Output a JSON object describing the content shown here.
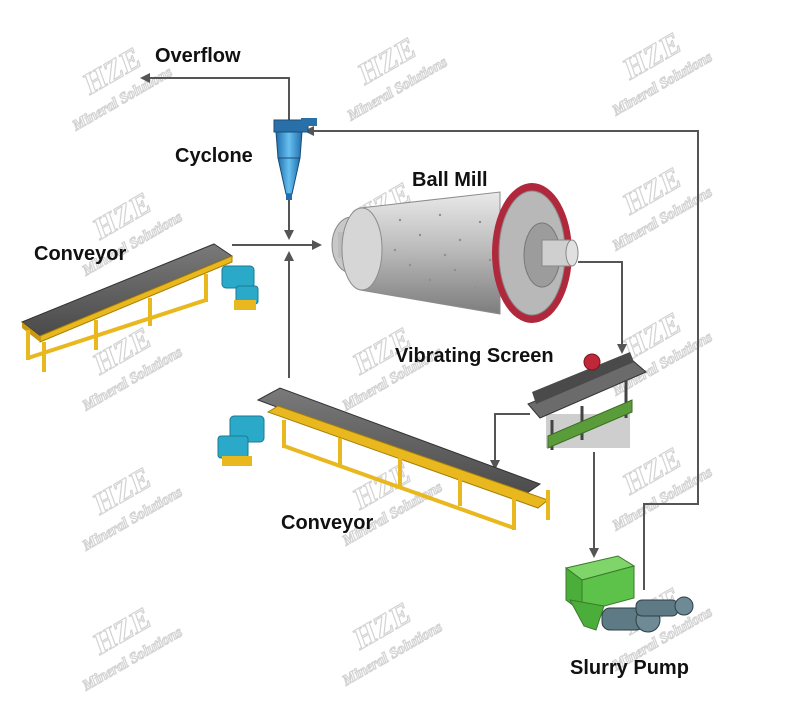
{
  "labels": {
    "overflow": "Overflow",
    "cyclone": "Cyclone",
    "ball_mill": "Ball Mill",
    "conveyor_top": "Conveyor",
    "vibrating_screen": "Vibrating Screen",
    "conveyor_bottom": "Conveyor",
    "slurry_pump": "Slurry Pump"
  },
  "watermark": {
    "brand": "HZE",
    "tagline": "Mineral Solutions"
  },
  "colors": {
    "line": "#555555",
    "belt": "#5a5a5a",
    "frame_yellow": "#e8b81e",
    "motor_blue": "#2aa9c9",
    "mill_gray": "#9a9a9a",
    "mill_ring": "#b0283c",
    "tank_green": "#5cc24a",
    "cyclone_blue": "#3a9fd6"
  },
  "icons": {
    "cyclone": "cyclone-icon",
    "ball_mill": "ball-mill-icon",
    "conveyor": "conveyor-icon",
    "screen": "vibrating-screen-icon",
    "pump": "slurry-pump-icon"
  }
}
